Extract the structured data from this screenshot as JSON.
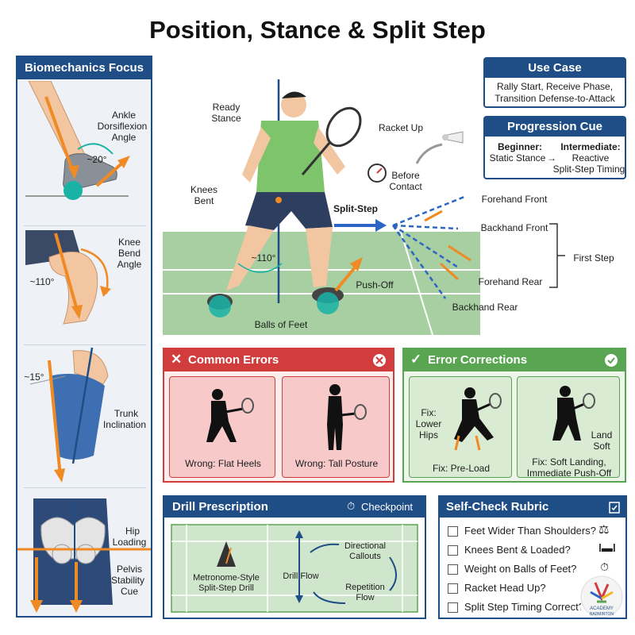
{
  "title": "Position, Stance & Split Step",
  "biomech": {
    "header": "Biomechanics Focus",
    "ankle": {
      "label_line1": "Ankle",
      "label_line2": "Dorsiflexion",
      "label_line3": "Angle",
      "angle": "~20°"
    },
    "knee": {
      "label_line1": "Knee",
      "label_line2": "Bend",
      "label_line3": "Angle",
      "angle": "~110°"
    },
    "trunk": {
      "label_line1": "Trunk",
      "label_line2": "Inclination",
      "angle": "~15°"
    },
    "hip": {
      "label_line1": "Hip",
      "label_line2": "Loading",
      "label3": "Pelvis",
      "label4": "Stability",
      "label5": "Cue"
    }
  },
  "main": {
    "ready_stance_1": "Ready",
    "ready_stance_2": "Stance",
    "racket_up": "Racket Up",
    "before_contact_1": "Before",
    "before_contact_2": "Contact",
    "knees_bent_1": "Knees",
    "knees_bent_2": "Bent",
    "knee_angle": "~110°",
    "push_off": "Push-Off",
    "balls_of_feet": "Balls of Feet",
    "split_step": "Split-Step",
    "first_step": "First Step",
    "directions": [
      "Forehand Front",
      "Backhand Front",
      "Forehand Rear",
      "Backhand Rear"
    ]
  },
  "use_case": {
    "header": "Use Case",
    "line1": "Rally Start, Receive Phase,",
    "line2": "Transition Defense-to-Attack"
  },
  "progression": {
    "header": "Progression Cue",
    "beginner_title": "Beginner:",
    "beginner_text": "Static Stance",
    "intermediate_title": "Intermediate:",
    "intermediate_text1": "Reactive",
    "intermediate_text2": "Split-Step Timing"
  },
  "errors": {
    "header": "Common Errors",
    "items": [
      "Wrong: Flat Heels",
      "Wrong: Tall Posture"
    ]
  },
  "corrections": {
    "header": "Error Corrections",
    "fix1_side_1": "Fix:",
    "fix1_side_2": "Lower",
    "fix1_side_3": "Hips",
    "fix1_caption": "Fix: Pre-Load",
    "fix2_side_1": "Land",
    "fix2_side_2": "Soft",
    "fix2_caption_1": "Fix: Soft Landing,",
    "fix2_caption_2": "Immediate Push-Off"
  },
  "drill": {
    "header": "Drill Prescription",
    "checkpoint": "Checkpoint",
    "metronome_1": "Metronome-Style",
    "metronome_2": "Split-Step Drill",
    "drill_flow": "Drill Flow",
    "directional_1": "Directional",
    "directional_2": "Callouts",
    "repetition_1": "Repetition",
    "repetition_2": "Flow"
  },
  "rubric": {
    "header": "Self-Check Rubric",
    "items": [
      "Feet Wider Than Shoulders?",
      "Knees Bent & Loaded?",
      "Weight on Balls of Feet?",
      "Racket Head Up?",
      "Split Step Timing Correct?"
    ]
  },
  "logo": {
    "line1": "ACADEMY",
    "line2": "BADMINTON"
  },
  "colors": {
    "navy": "#1f4e86",
    "orange": "#f08a24",
    "red": "#d13c3c",
    "green": "#5aa552",
    "court": "#a8cfa2",
    "teal": "#19b3a6"
  }
}
